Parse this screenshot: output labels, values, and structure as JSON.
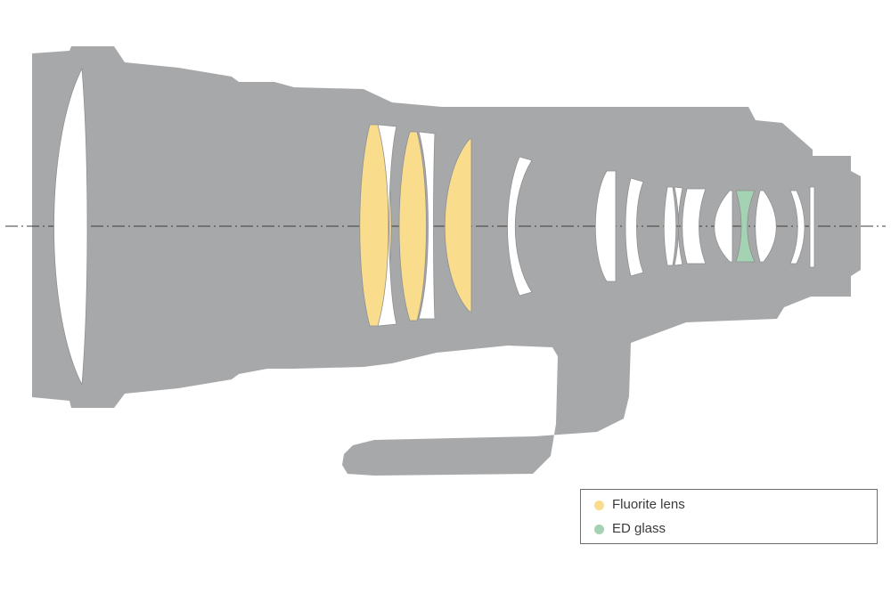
{
  "colors": {
    "barrel": "#a7a8aa",
    "glass": "#ffffff",
    "element_outline": "#8f9092",
    "fluorite": "#f9dd8d",
    "ed_glass": "#a3d3b3",
    "axis": "#3c3c3c",
    "legend_border": "#6e6e6e",
    "legend_text": "#3a3a3a"
  },
  "legend": {
    "items": [
      {
        "label": "Fluorite lens",
        "color_key": "fluorite"
      },
      {
        "label": "ED glass",
        "color_key": "ed_glass"
      }
    ]
  },
  "diagram": {
    "element_order_front_to_rear": [
      "glass",
      "fluorite",
      "glass",
      "fluorite",
      "glass",
      "fluorite",
      "glass",
      "glass",
      "glass",
      "glass",
      "glass",
      "glass",
      "glass",
      "ed_glass",
      "glass",
      "glass",
      "glass"
    ]
  }
}
